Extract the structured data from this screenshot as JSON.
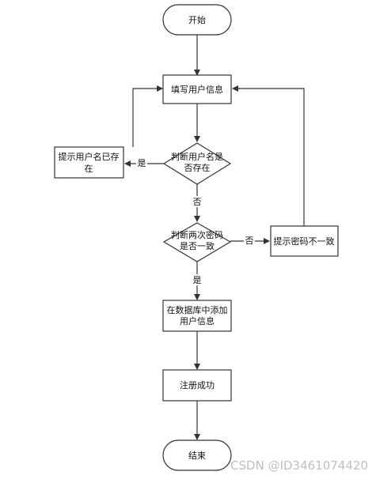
{
  "nodes": {
    "start": "开始",
    "fill_info": "填写用户信息",
    "check_name_line1": "判断用户名是",
    "check_name_line2": "否存在",
    "name_exists_line1": "提示用户名已存",
    "name_exists_line2": "在",
    "check_pwd_line1": "判断两次密码",
    "check_pwd_line2": "是否一致",
    "pwd_mismatch": "提示密码不一致",
    "add_db_line1": "在数据库中添加",
    "add_db_line2": "用户信息",
    "success": "注册成功",
    "end": "结束"
  },
  "edges": {
    "yes": "是",
    "no": "否"
  },
  "watermark": "CSDN @ID3461074420",
  "colors": {
    "stroke": "#333333",
    "fill": "#ffffff",
    "watermark": "#bfbfbf"
  }
}
